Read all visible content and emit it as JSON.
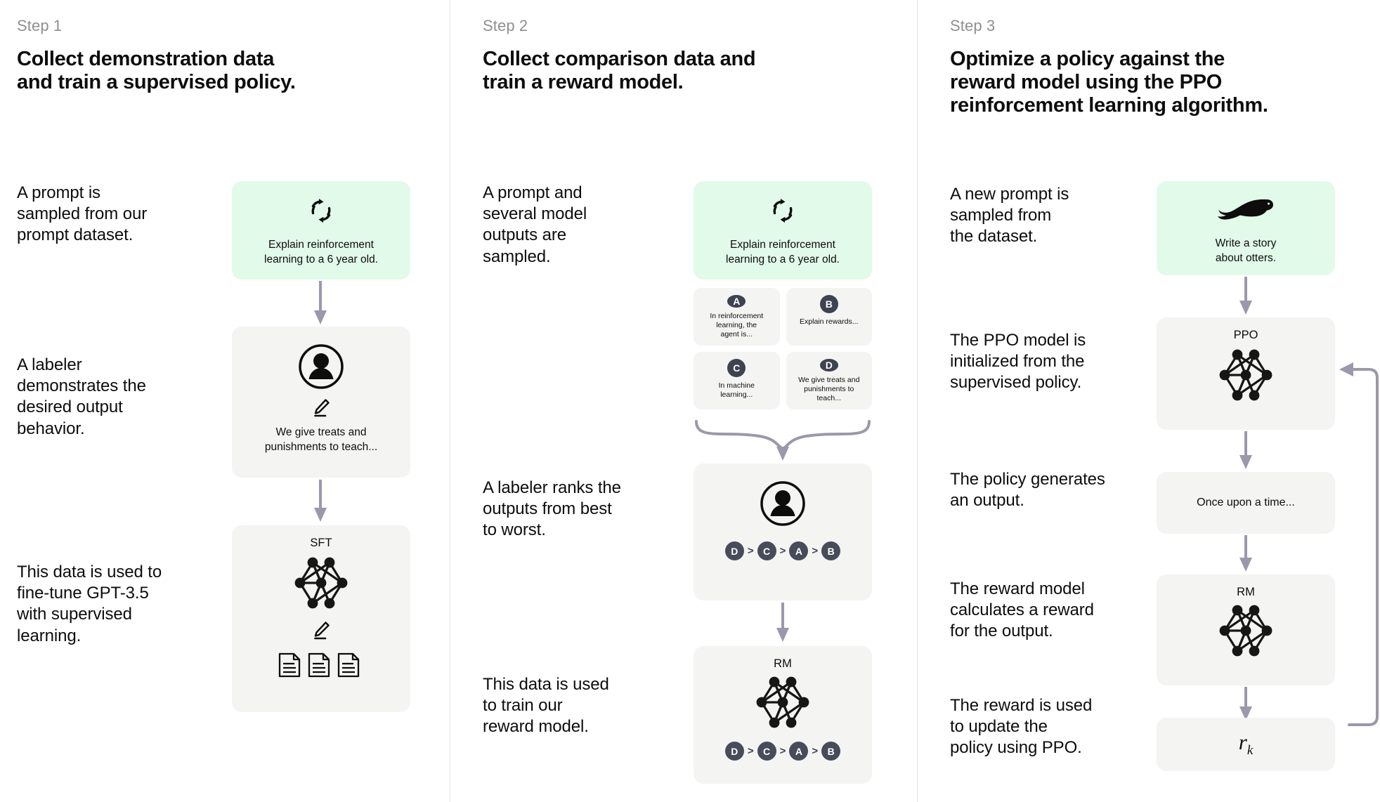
{
  "steps": [
    {
      "label": "Step 1",
      "title": "Collect demonstration data\nand train a supervised policy.",
      "descriptions": [
        "A prompt is\nsampled from our\nprompt dataset.",
        "A labeler\ndemonstrates the\ndesired output\nbehavior.",
        "This data is used to\nfine-tune GPT-3.5\nwith supervised\nlearning."
      ],
      "prompt_card": {
        "icon": "cycle-icon",
        "text": "Explain reinforcement\nlearning to a 6 year old."
      },
      "labeler_card": {
        "icon": "person-icon",
        "sub_icon": "pencil-icon",
        "text": "We give treats and\npunishments to teach..."
      },
      "model_card": {
        "title": "SFT",
        "icon": "neural-network-icon",
        "sub_icon": "pencil-icon",
        "documents_icon": "documents-icon",
        "document_count": 3
      }
    },
    {
      "label": "Step 2",
      "title": "Collect comparison data and\ntrain a reward model.",
      "descriptions": [
        "A prompt and\nseveral model\noutputs are\nsampled.",
        "A labeler ranks the\noutputs from best\nto worst.",
        "This data is used\nto train our\nreward model."
      ],
      "prompt_card": {
        "icon": "cycle-icon",
        "text": "Explain reinforcement\nlearning to a 6 year old."
      },
      "options": [
        {
          "badge": "A",
          "text": "In reinforcement\nlearning, the\nagent is..."
        },
        {
          "badge": "B",
          "text": "Explain rewards..."
        },
        {
          "badge": "C",
          "text": "In machine\nlearning..."
        },
        {
          "badge": "D",
          "text": "We give treats and\npunishments to\nteach..."
        }
      ],
      "ranking_card": {
        "icon": "person-icon",
        "ranking": [
          "D",
          "C",
          "A",
          "B"
        ],
        "separator": ">"
      },
      "reward_card": {
        "title": "RM",
        "icon": "neural-network-icon",
        "ranking": [
          "D",
          "C",
          "A",
          "B"
        ],
        "separator": ">"
      }
    },
    {
      "label": "Step 3",
      "title": "Optimize a policy against the\nreward model using the PPO\nreinforcement learning algorithm.",
      "descriptions": [
        "A new prompt is\nsampled from\nthe dataset.",
        "The PPO model is\ninitialized from the\nsupervised policy.",
        "The policy generates\nan output.",
        "The reward model\ncalculates a reward\nfor the output.",
        "The reward is used\nto update the\npolicy using PPO."
      ],
      "prompt_card": {
        "icon": "otter-icon",
        "text": "Write a story\nabout otters."
      },
      "ppo_card": {
        "title": "PPO",
        "icon": "neural-network-icon"
      },
      "output_card": {
        "text": "Once upon a time..."
      },
      "reward_card": {
        "title": "RM",
        "icon": "neural-network-icon"
      },
      "reward_value_card": {
        "symbol": "r",
        "subscript": "k"
      }
    }
  ],
  "colors": {
    "prompt_card_green": "#e2faea",
    "card_gray": "#f4f4f3",
    "badge_dark": "#474b5a",
    "arrow_gray": "#9a99ab",
    "step_label_gray": "#8f8f8f",
    "text_black": "#0d0d0d",
    "divider": "#e3e3e3"
  }
}
